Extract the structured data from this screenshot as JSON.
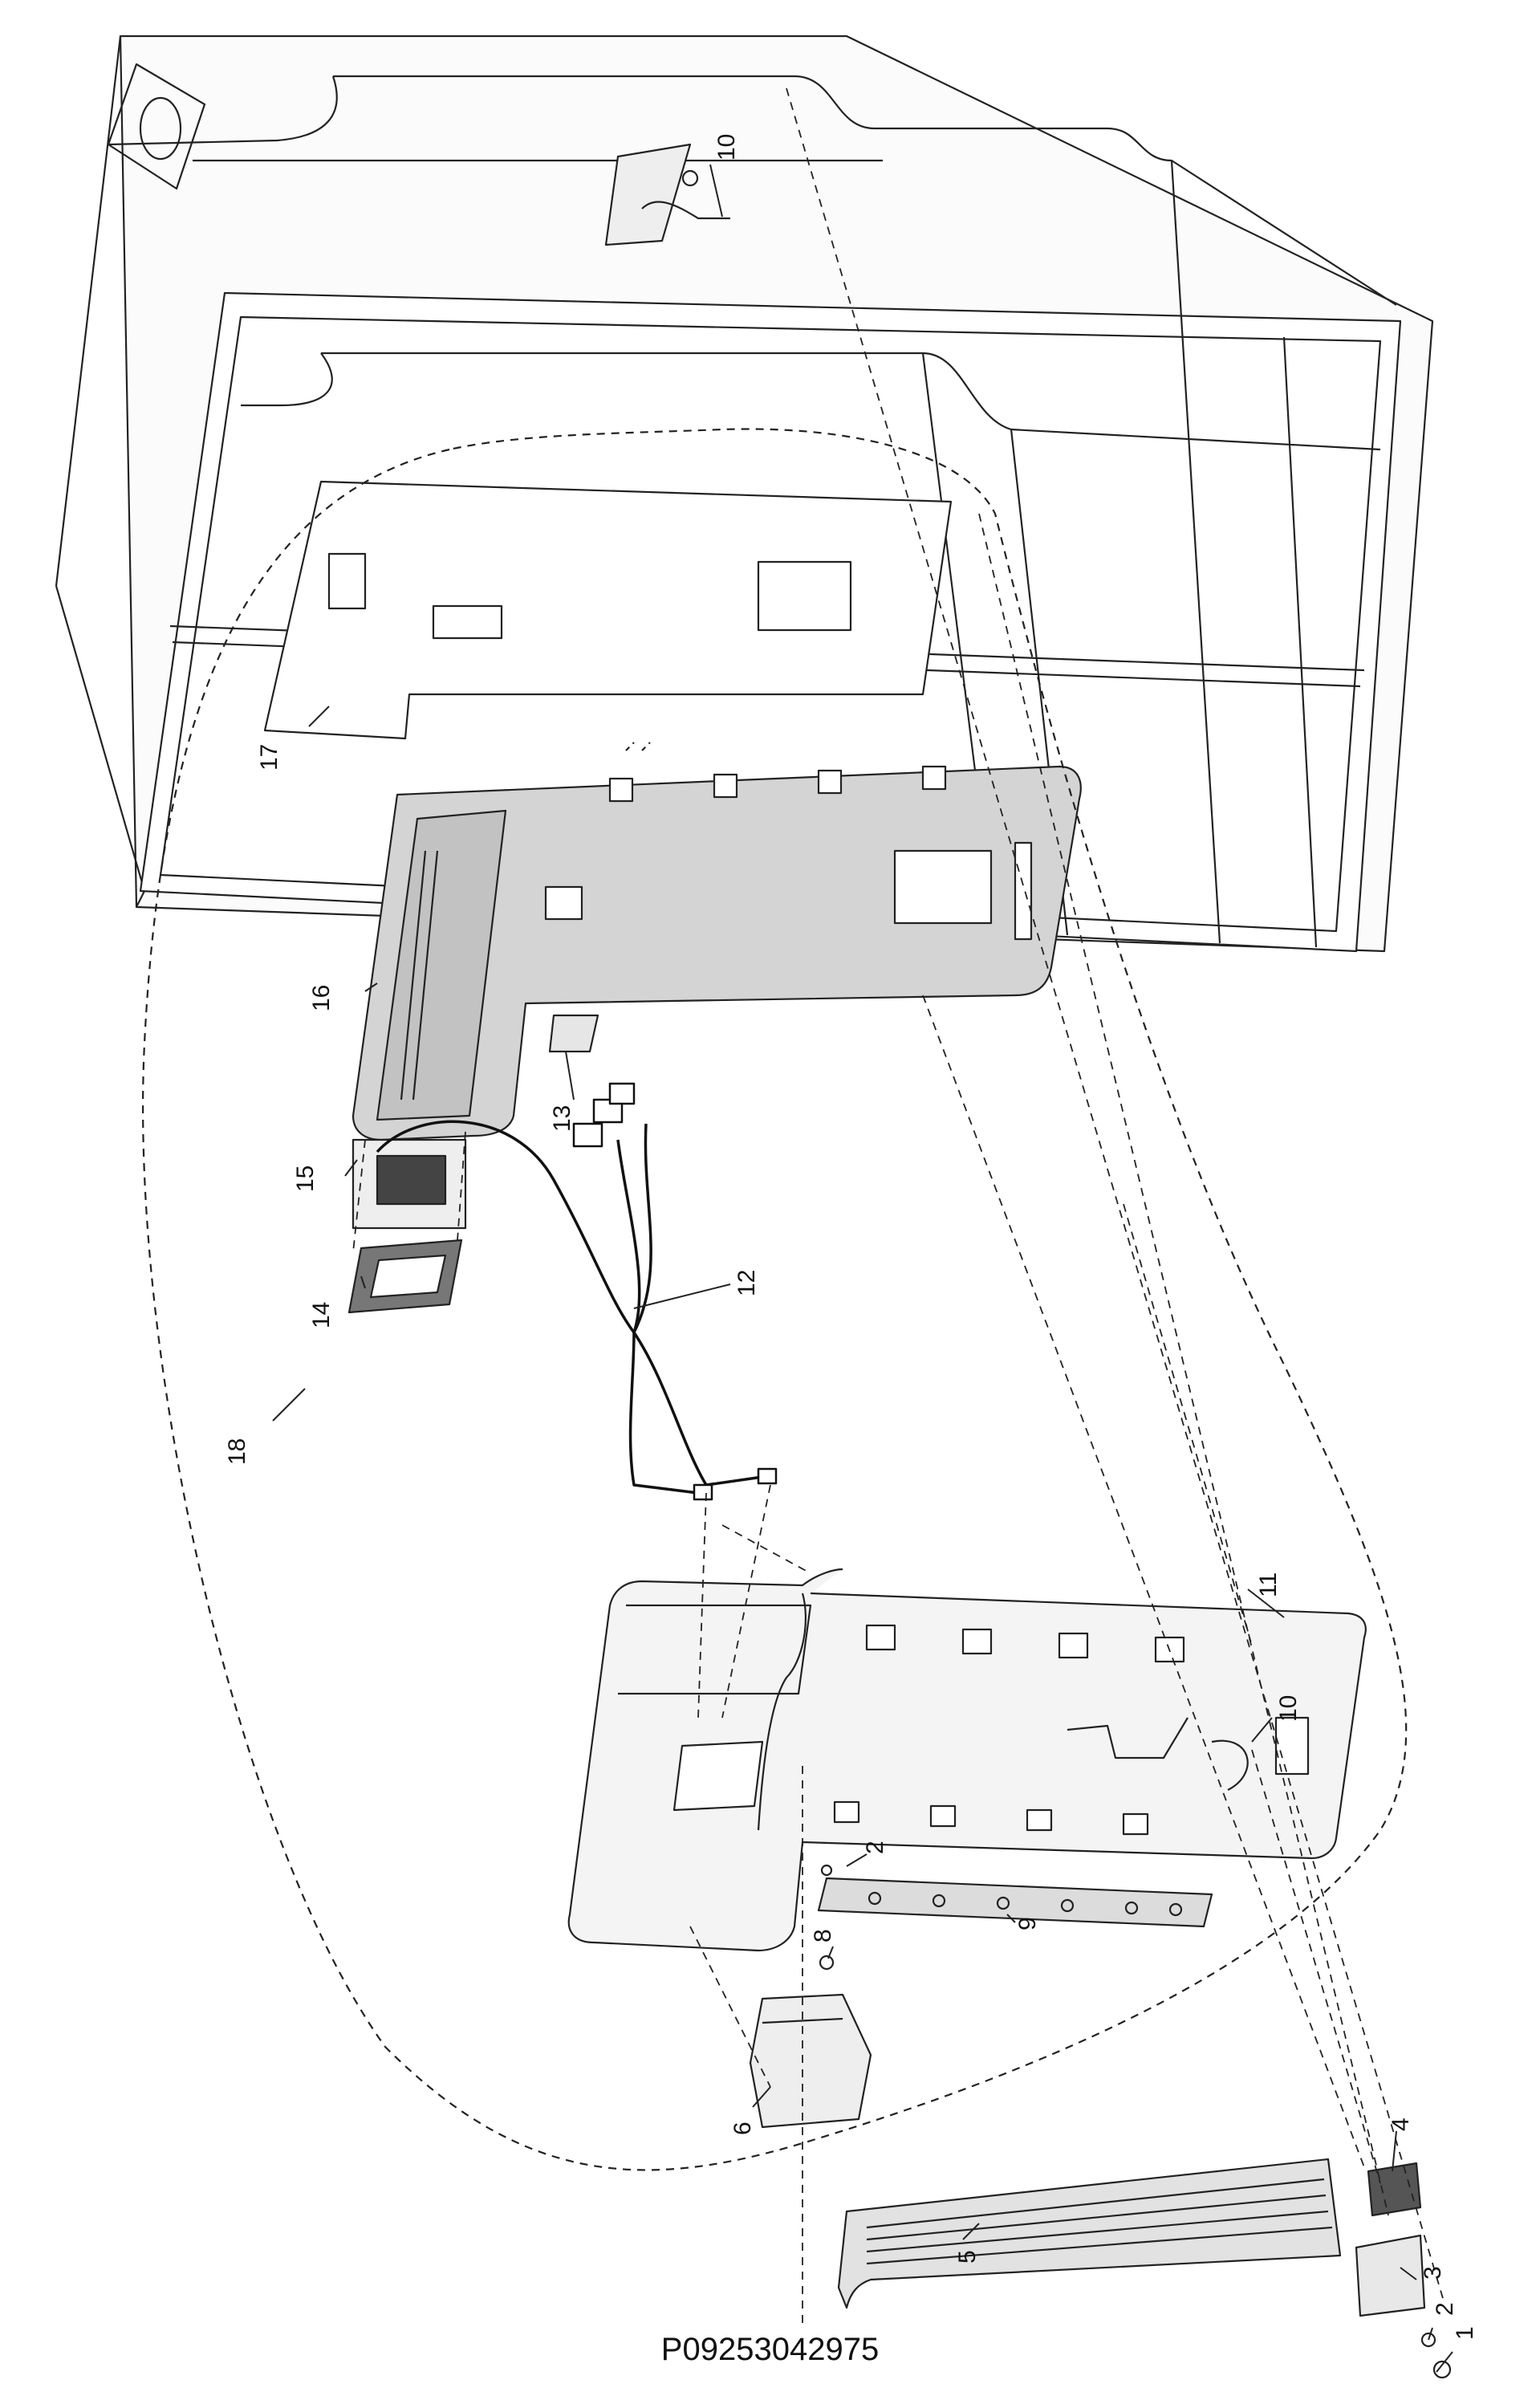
{
  "diagram": {
    "part_code": "P09253042975",
    "callouts": [
      {
        "id": "c1",
        "text": "1"
      },
      {
        "id": "c2a",
        "text": "2"
      },
      {
        "id": "c2b",
        "text": "2"
      },
      {
        "id": "c3",
        "text": "3"
      },
      {
        "id": "c4",
        "text": "4"
      },
      {
        "id": "c5",
        "text": "5"
      },
      {
        "id": "c6",
        "text": "6"
      },
      {
        "id": "c8",
        "text": "8"
      },
      {
        "id": "c9",
        "text": "9"
      },
      {
        "id": "c10a",
        "text": "10"
      },
      {
        "id": "c10b",
        "text": "10"
      },
      {
        "id": "c11",
        "text": "11"
      },
      {
        "id": "c12",
        "text": "12"
      },
      {
        "id": "c13",
        "text": "13"
      },
      {
        "id": "c14",
        "text": "14"
      },
      {
        "id": "c15",
        "text": "15"
      },
      {
        "id": "c16",
        "text": "16"
      },
      {
        "id": "c17",
        "text": "17"
      },
      {
        "id": "c18",
        "text": "18"
      }
    ]
  }
}
